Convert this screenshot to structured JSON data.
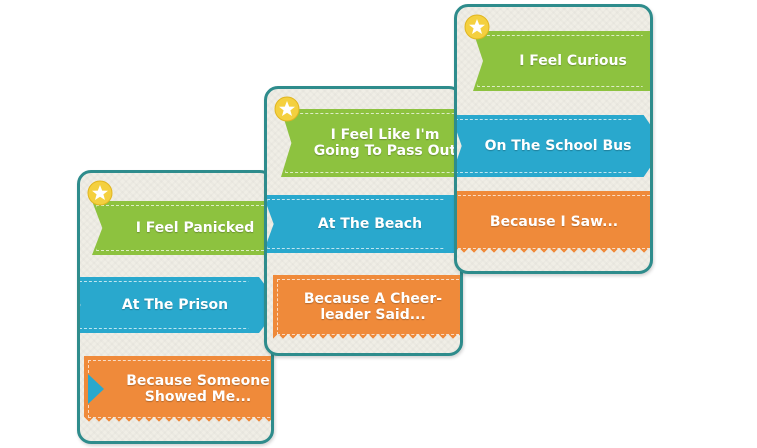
{
  "colors": {
    "card_border": "#2e8c8c",
    "green": "#8dc23f",
    "blue": "#29a8cd",
    "orange": "#ef8a3a",
    "star": "#f4d03f"
  },
  "cards": [
    {
      "feeling": "I Feel Panicked",
      "place": "At The Prison",
      "reason": "Because Someone Showed Me...",
      "reason_line1": "Because Someone",
      "reason_line2": "Showed Me..."
    },
    {
      "feeling_line1": "I Feel Like I'm",
      "feeling_line2": "Going To Pass Out",
      "place": "At The Beach",
      "reason_line1": "Because A Cheer-",
      "reason_line2": "leader Said..."
    },
    {
      "feeling": "I Feel Curious",
      "place": "On The School Bus",
      "reason": "Because I Saw..."
    }
  ]
}
